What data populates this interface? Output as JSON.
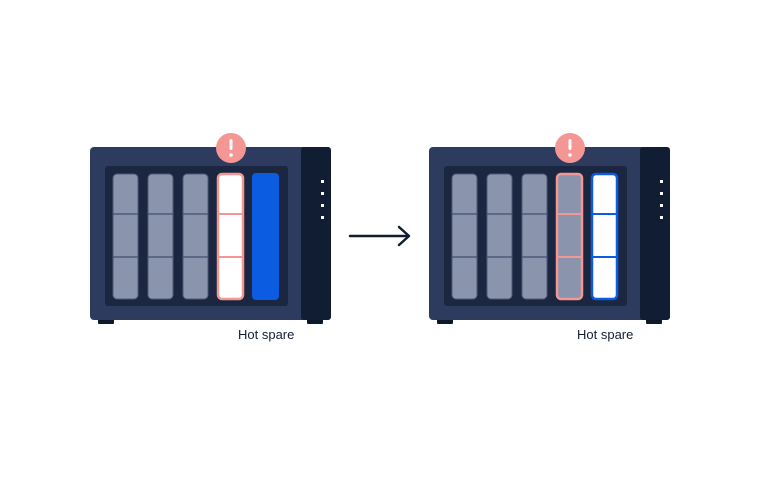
{
  "colors": {
    "chassis": "#2c3b5e",
    "bay_panel": "#1b2741",
    "side_panel": "#111d33",
    "feet": "#0e182b",
    "led": "#ffffff",
    "disk_fill": "#8a94ad",
    "disk_border": "#4d5a78",
    "failed_accent": "#f39694",
    "spare_accent": "#0b5ce0",
    "alert_badge": "#f39694",
    "arrow": "#111d33"
  },
  "icons": {
    "alert": "exclamation-icon",
    "arrow": "right-arrow-icon"
  },
  "before": {
    "hot_spare_label": "Hot spare",
    "drives": [
      "healthy",
      "healthy",
      "healthy",
      "failed",
      "spare-idle"
    ]
  },
  "after": {
    "hot_spare_label": "Hot spare",
    "drives": [
      "healthy",
      "healthy",
      "healthy",
      "failed-rebuilt",
      "spare-active"
    ]
  }
}
